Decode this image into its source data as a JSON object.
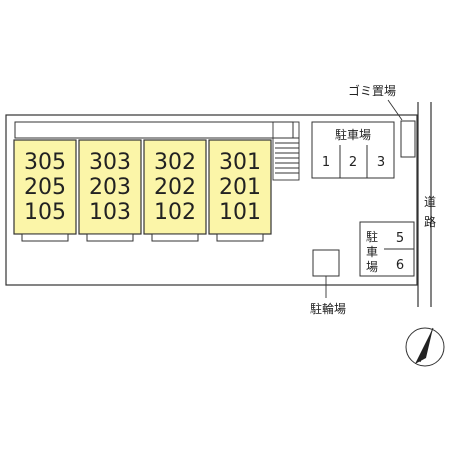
{
  "buildings": [
    {
      "units": [
        "305",
        "205",
        "105"
      ]
    },
    {
      "units": [
        "303",
        "203",
        "103"
      ]
    },
    {
      "units": [
        "302",
        "202",
        "102"
      ]
    },
    {
      "units": [
        "301",
        "201",
        "101"
      ]
    }
  ],
  "garbage": {
    "label": "ゴミ置場"
  },
  "parking_north": {
    "label": "駐車場",
    "spaces": [
      "1",
      "2",
      "3"
    ]
  },
  "parking_east": {
    "label_chars": [
      "駐",
      "車",
      "場"
    ],
    "spaces": [
      "5",
      "6"
    ]
  },
  "bicycle": {
    "label": "駐輪場"
  },
  "road": {
    "label_chars": [
      "道",
      "路"
    ]
  },
  "colors": {
    "building_fill": "#fbf5a8",
    "outline": "#333333"
  }
}
